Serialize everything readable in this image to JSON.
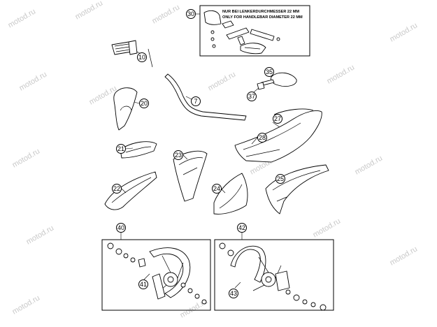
{
  "diagram": {
    "watermark_text": "motod.ru",
    "note": {
      "line1": "NUR BEI LENKERDURCHMESSER 22 MM",
      "line2": "ONLY FOR HANDLEBAR DIAMETER 22 MM"
    },
    "callouts": {
      "c7": "7",
      "c10": "10",
      "c20": "20",
      "c21": "21",
      "c22": "22",
      "c23": "23",
      "c24": "24",
      "c25": "25",
      "c27": "27",
      "c28": "28",
      "c30": "30",
      "c35": "35",
      "c37": "37",
      "c40": "40",
      "c41": "41",
      "c42": "42",
      "c43": "43"
    }
  }
}
